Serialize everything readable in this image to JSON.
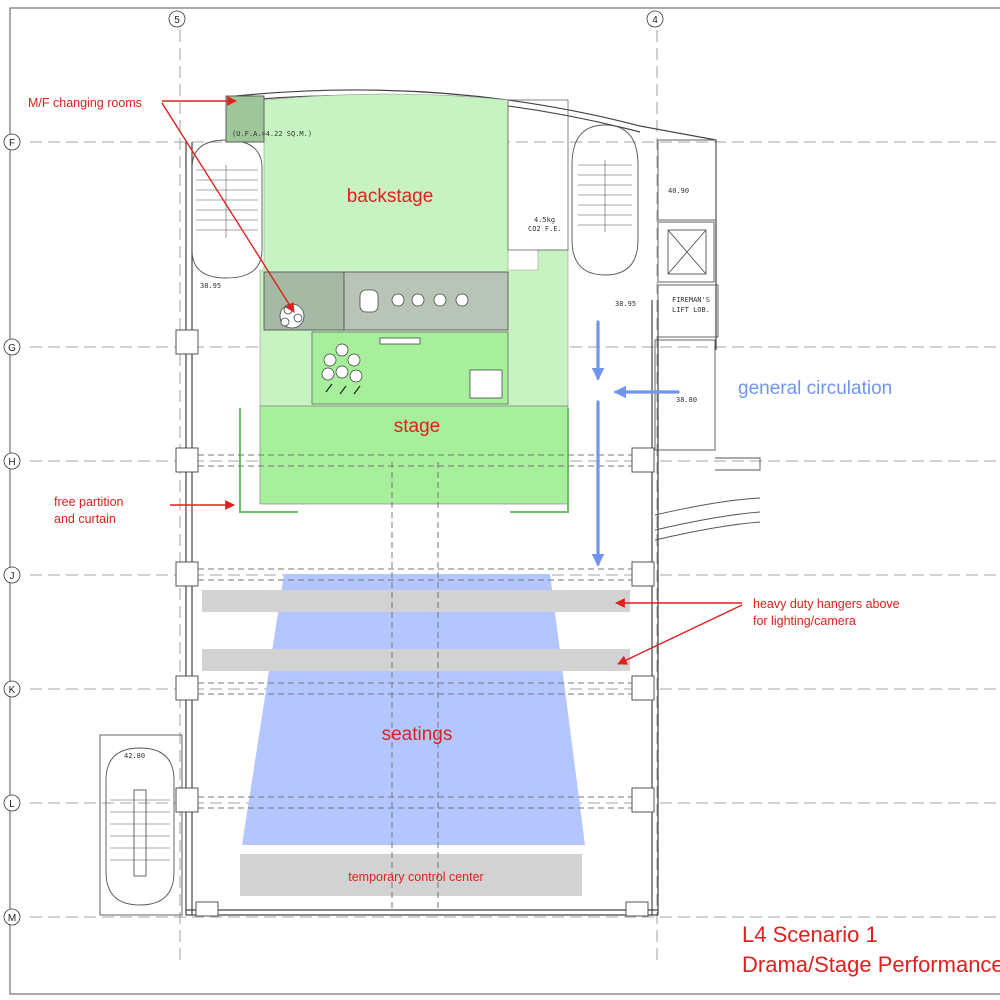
{
  "grid": {
    "columns": [
      "5",
      "4"
    ],
    "rows": [
      "F",
      "G",
      "H",
      "J",
      "K",
      "L",
      "M"
    ]
  },
  "zones": {
    "backstage": "backstage",
    "stage": "stage",
    "seatings": "seatings",
    "control": "temporary control center",
    "circulation": "general circulation"
  },
  "annotations": {
    "changing_rooms": "M/F changing rooms",
    "partition_line1": "free partition",
    "partition_line2": "and curtain",
    "hangers_line1": "heavy duty hangers above",
    "hangers_line2": "for lighting/camera"
  },
  "plan_notes": {
    "ufa": "(U.F.A.=4.22 SQ.M.)",
    "level_1": "38.95",
    "level_2": "38.95",
    "level_3": "38.80",
    "level_4": "40.90",
    "level_5": "42.80",
    "extinguisher_1": "4.5kg",
    "extinguisher_2": "CO2 F.E.",
    "lift_lobby_1": "FIREMAN'S",
    "lift_lobby_2": "LIFT LOB."
  },
  "title": {
    "line1": "L4 Scenario 1",
    "line2": "Drama/Stage Performance"
  },
  "colors": {
    "backstage": "#c7f3c2",
    "stage": "#a8ef9c",
    "seating": "#b3c6ff",
    "hanger": "#d2d2d2",
    "annotation": "#e0201e",
    "circulation": "#6f95ee"
  }
}
